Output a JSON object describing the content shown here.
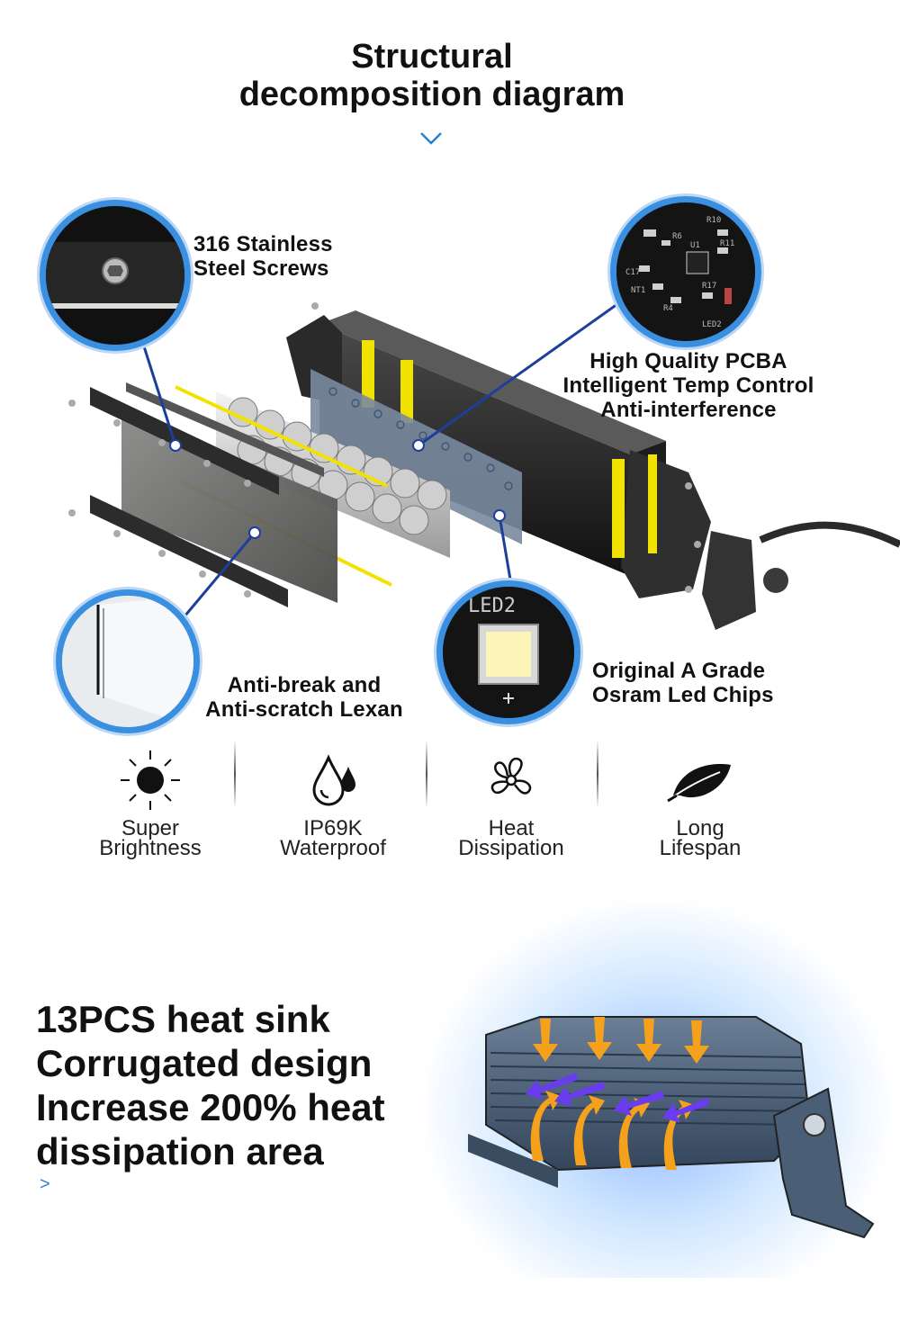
{
  "header": {
    "title_line1": "Structural",
    "title_line2": "decomposition diagram"
  },
  "callouts": {
    "screws": [
      "316 Stainless",
      "Steel Screws"
    ],
    "pcba": [
      "High Quality PCBA",
      "Intelligent Temp Control",
      "Anti-interference"
    ],
    "lexan": [
      "Anti-break and",
      "Anti-scratch Lexan"
    ],
    "chips": [
      "Original A Grade",
      "Osram Led Chips"
    ]
  },
  "pcb_labels": [
    "R10",
    "R6",
    "U1",
    "R11",
    "C17",
    "NT1",
    "R4",
    "R17",
    "LED2"
  ],
  "chip_label": "LED2",
  "features": [
    {
      "icon": "sun-icon",
      "line1": "Super",
      "line2": "Brightness"
    },
    {
      "icon": "water-drops-icon",
      "line1": "IP69K",
      "line2": "Waterproof"
    },
    {
      "icon": "fan-icon",
      "line1": "Heat",
      "line2": "Dissipation"
    },
    {
      "icon": "leaf-icon",
      "line1": "Long",
      "line2": "Lifespan"
    }
  ],
  "heat_sink": {
    "line1": "13PCS heat sink",
    "line2": "Corrugated design",
    "line3": "Increase 200%  heat",
    "line4": "dissipation area",
    "more": ">"
  },
  "colors": {
    "accent_blue": "#3a8fe0",
    "highlight_yellow": "#f2e200",
    "housing_dark": "#2b2b2b",
    "arrow_orange": "#f5a11c",
    "arrow_purple": "#6a3cf0"
  }
}
